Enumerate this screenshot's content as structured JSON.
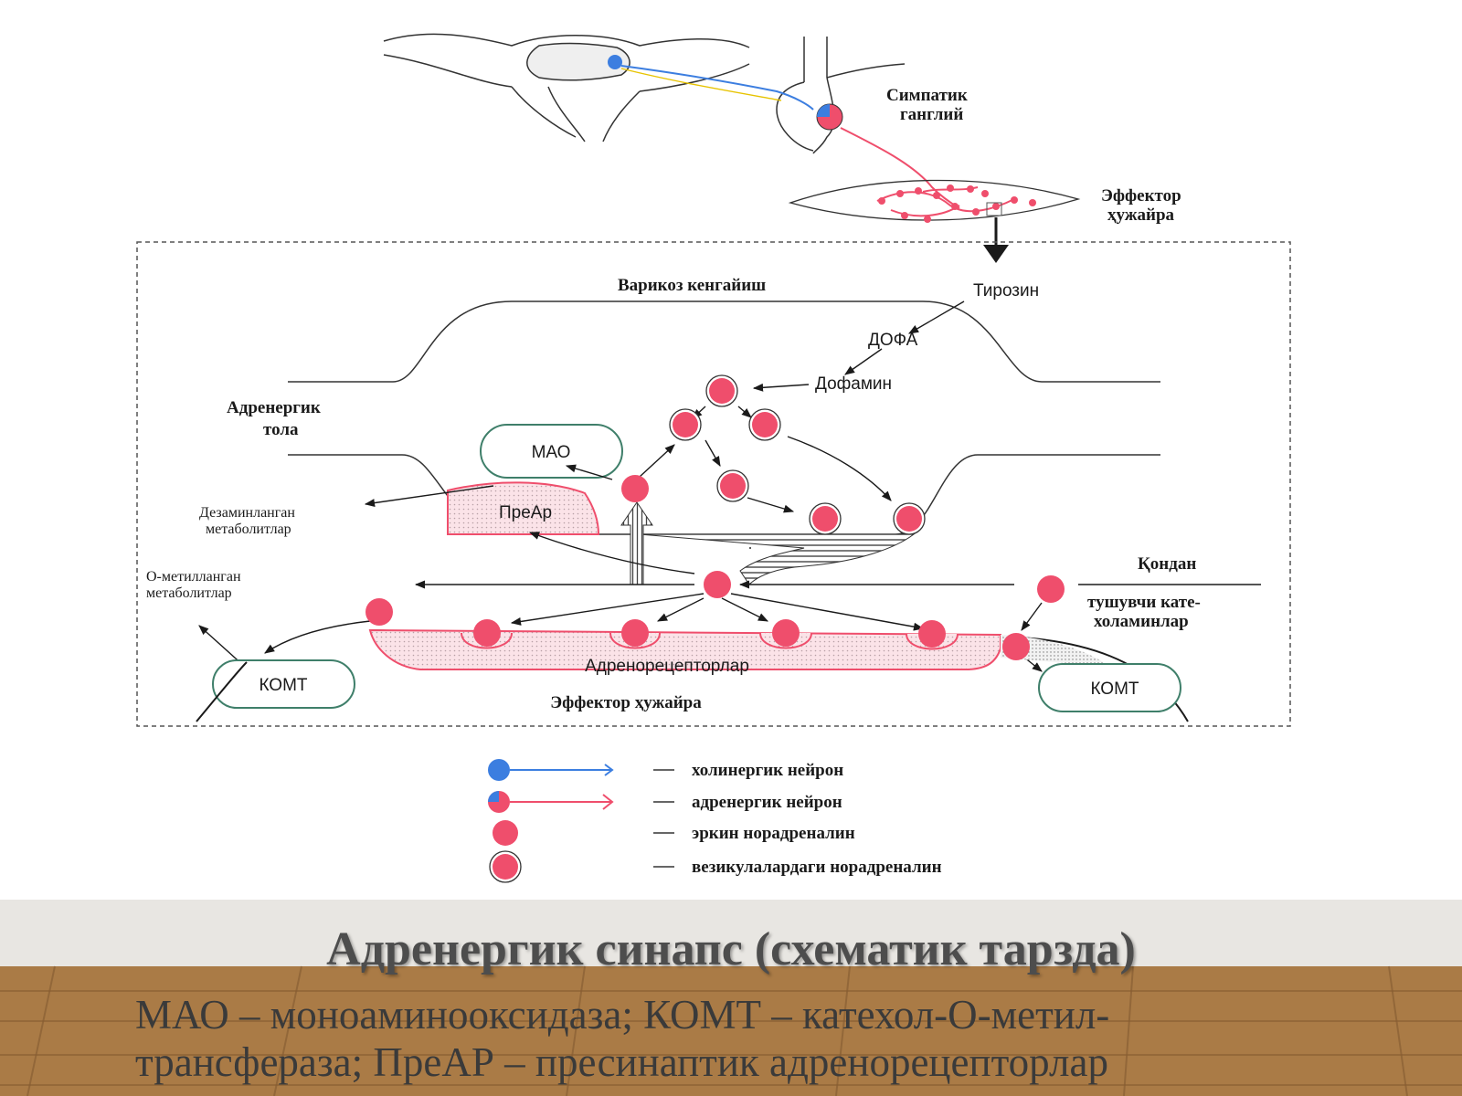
{
  "diagram": {
    "top": {
      "sympathetic_ganglion_line1": "Симпатик",
      "sympathetic_ganglion_line2": "ганглий",
      "effector_cell_line1": "Эффектор",
      "effector_cell_line2": "ҳужайра"
    },
    "synapse": {
      "varicose": "Варикоз кенгайиш",
      "tyrosine": "Тирозин",
      "dopa": "ДОФА",
      "dopamine": "Дофамин",
      "adrenergic_fiber_line1": "Адренергик",
      "adrenergic_fiber_line2": "тола",
      "mao": "МАО",
      "prear": "ПреАр",
      "deaminated_line1": "Дезаминланган",
      "deaminated_line2": "метаболитлар",
      "omethylated_line1": "О-метилланган",
      "omethylated_line2": "метаболитлар",
      "from_blood_line1": "Қондан",
      "from_blood_line2": "тушувчи кате-",
      "from_blood_line3": "холаминлар",
      "adrenoreceptors": "Адренорецепторлар",
      "effector_cell": "Эффектор ҳужайра",
      "komt_left": "КОМТ",
      "komt_right": "КОМТ"
    },
    "legend": [
      {
        "label": "холинергик нейрон"
      },
      {
        "label": "адренергик нейрон"
      },
      {
        "label": "эркин норадреналин"
      },
      {
        "label": "везикулалардаги норадреналин"
      }
    ],
    "colors": {
      "noradrenaline": "#ef4e6c",
      "cholinergic": "#3c7ee0",
      "enzyme_outline": "#3f7f6a",
      "receptor_fill": "#fbe3e8"
    }
  },
  "slide": {
    "title": "Адренергик синапс (схематик тарзда)",
    "caption_line1": "МАО – моноаминооксидаза; КОМТ – катехол-О-метил-",
    "caption_line2": "трансфераза; ПреАР – пресинаптик адренорецепторлар"
  }
}
